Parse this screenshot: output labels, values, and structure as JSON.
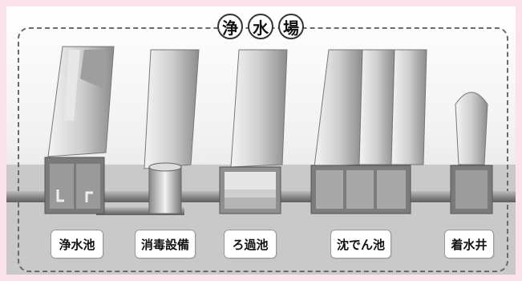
{
  "title_chars": [
    "浄",
    "水",
    "場"
  ],
  "labels": {
    "jousuichi": "浄水池",
    "shoudoku": "消毒設備",
    "rokachi": "ろ過池",
    "chindenchi": "沈でん池",
    "chakusuisei": "着水井"
  },
  "colors": {
    "background": "#fbe3ec",
    "frame": "#6a6a6a",
    "ground": "#c9c9c9",
    "pipe": "#8a8a8a"
  }
}
